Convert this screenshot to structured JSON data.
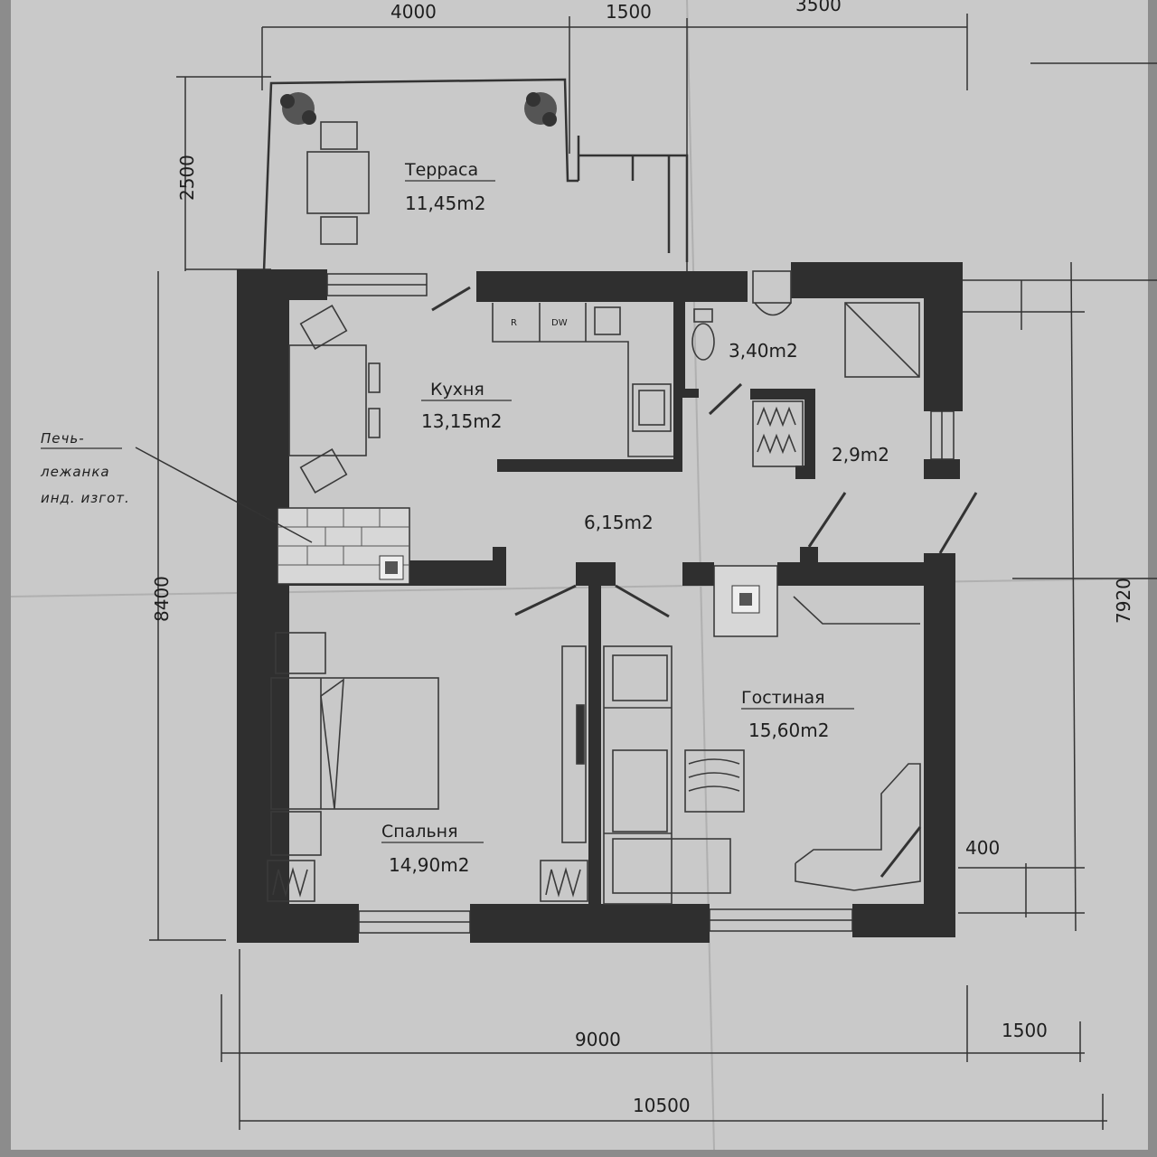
{
  "rooms": {
    "terrace": {
      "name": "Терраса",
      "area": "11,45m2"
    },
    "kitchen": {
      "name": "Кухня",
      "area": "13,15m2"
    },
    "bathroom": {
      "area": "3,40m2"
    },
    "storage": {
      "area": "2,9m2"
    },
    "hall": {
      "area": "6,15m2"
    },
    "living": {
      "name": "Гостиная",
      "area": "15,60m2"
    },
    "bedroom": {
      "name": "Спальня",
      "area": "14,90m2"
    }
  },
  "appliances": {
    "fridge": "R",
    "dishwasher": "DW"
  },
  "stove_note": {
    "line1": "Печь-",
    "line2": "лежанка",
    "line3": "инд. изгот."
  },
  "dimensions": {
    "top_left": "4000",
    "top_mid": "1500",
    "top_right": "3500",
    "left_terrace": "2500",
    "left_total": "8400",
    "right_total": "7920",
    "right_small": "400",
    "bottom_main": "9000",
    "bottom_right": "1500",
    "bottom_total": "10500"
  },
  "colors": {
    "paper": "#c9c9c9",
    "wall": "#2f2f2f",
    "line": "#333333",
    "border": "#8c8c8c"
  }
}
